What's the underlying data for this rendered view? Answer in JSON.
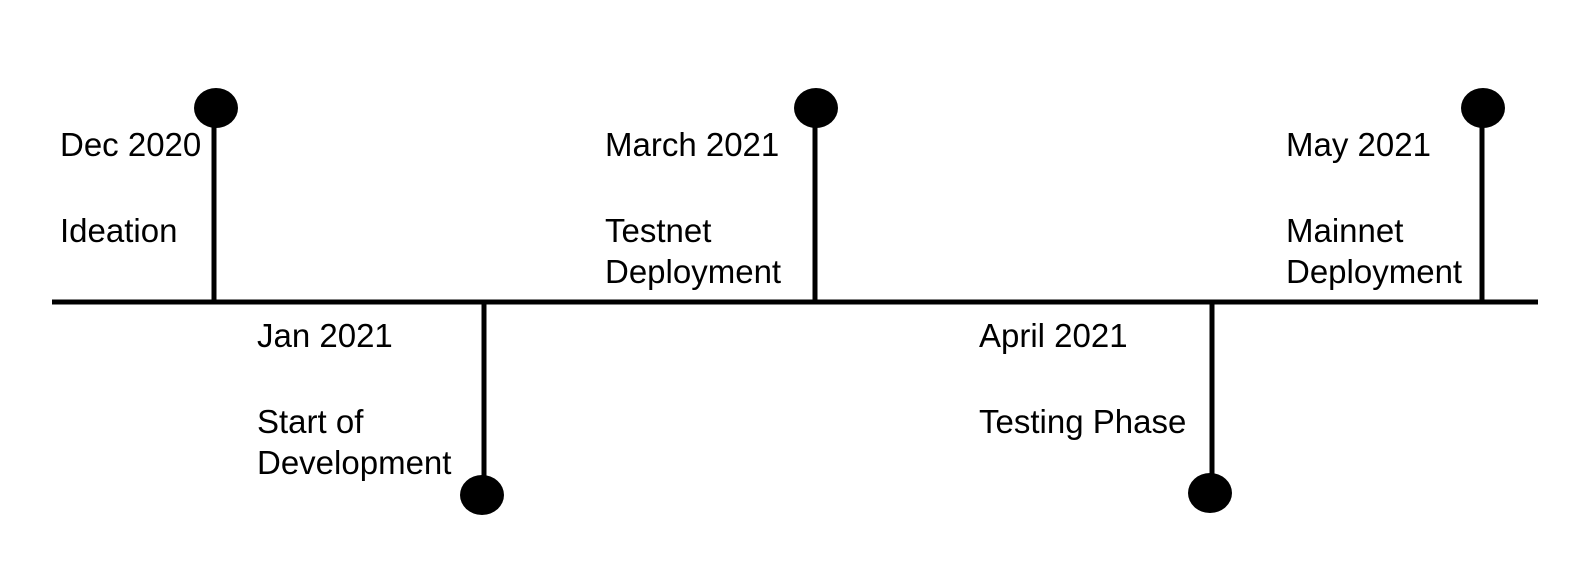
{
  "timeline": {
    "milestones": [
      {
        "date": "Dec 2020",
        "label": "Ideation",
        "side": "above"
      },
      {
        "date": "Jan 2021",
        "label": "Start of\nDevelopment",
        "side": "below"
      },
      {
        "date": "March 2021",
        "label": "Testnet\nDeployment",
        "side": "above"
      },
      {
        "date": "April 2021",
        "label": "Testing Phase",
        "side": "below"
      },
      {
        "date": "May 2021",
        "label": "Mainnet\nDeployment",
        "side": "above"
      }
    ],
    "colors": {
      "line": "#000000",
      "marker": "#000000",
      "background": "#ffffff"
    }
  }
}
